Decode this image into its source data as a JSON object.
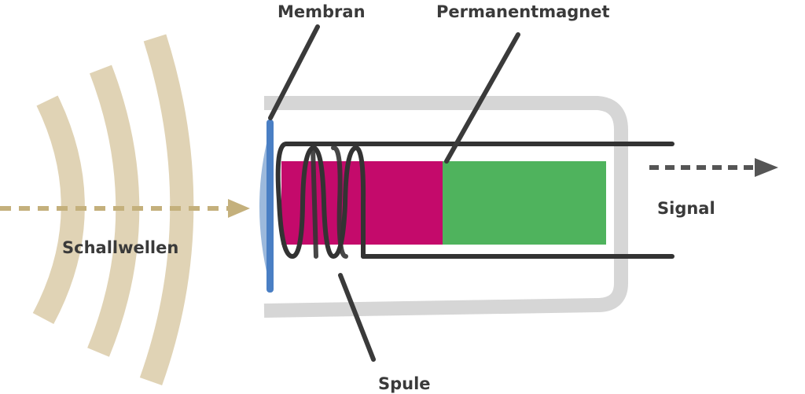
{
  "labels": {
    "membrane": "Membran",
    "magnet": "Permanentmagnet",
    "soundwaves": "Schallwellen",
    "signal": "Signal",
    "coil": "Spule"
  },
  "colors": {
    "wave": "#e0d3b5",
    "wave_arrow": "#c4b07c",
    "housing": "#d6d6d6",
    "membrane": "#4a7fc4",
    "membrane_light": "#9cb9dc",
    "magnet_south": "#c40a6b",
    "magnet_north": "#4fb35d",
    "wire": "#333333",
    "signal_arrow": "#555555",
    "text": "#3a3a3a"
  },
  "icons": {
    "sound_waves": "sound-wave-arcs",
    "input_arrow": "dashed-arrow-right",
    "output_arrow": "dashed-arrow-right"
  }
}
